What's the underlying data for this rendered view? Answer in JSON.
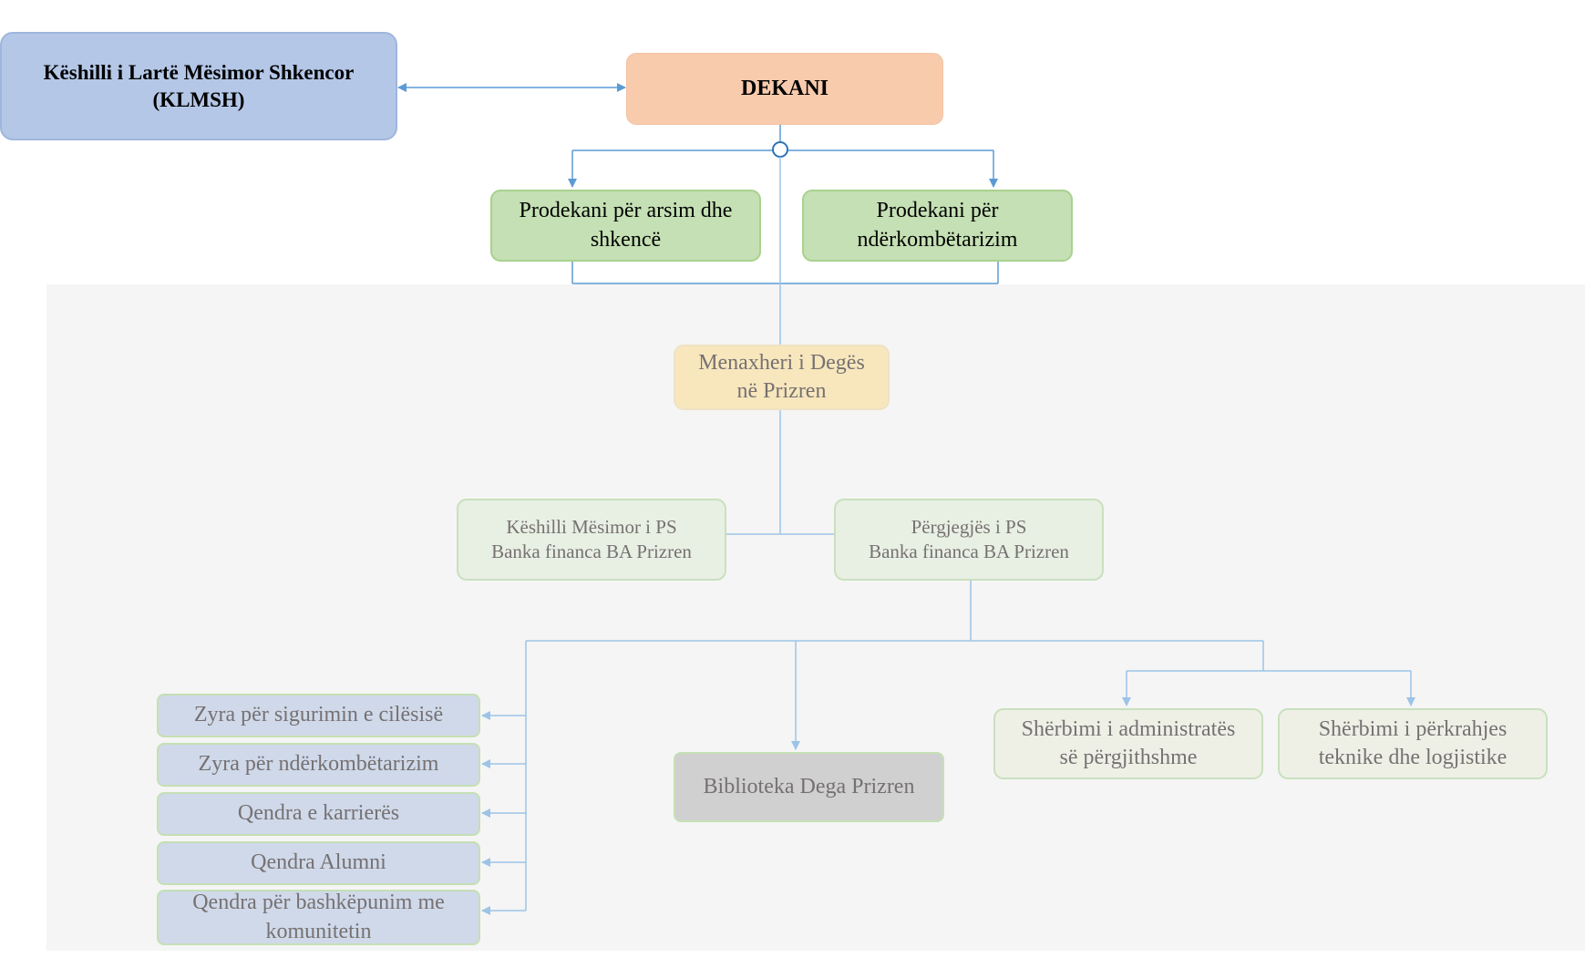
{
  "diagram": {
    "klmsh": "Këshilli i Lartë Mësimor Shkencor\n(KLMSH)",
    "dekani": "DEKANI",
    "prodekan_arsim": "Prodekani për arsim dhe\nshkencë",
    "prodekan_nderkomb": "Prodekani për\nndërkombëtarizim",
    "menaxher": "Menaxheri i Degës\nnë Prizren",
    "keshilli_ps": "Këshilli Mësimor i PS\nBanka financa BA  Prizren",
    "pergjegjes_ps": "Përgjegjës i PS\nBanka financa BA  Prizren",
    "units": [
      "Zyra për sigurimin e cilësisë",
      "Zyra për ndërkombëtarizim",
      "Qendra e karrierës",
      "Qendra Alumni",
      "Qendra për bashkëpunim me\nkomunitetin"
    ],
    "biblioteka": "Biblioteka  Dega Prizren",
    "sherbimi_admin": "Shërbimi i administratës\nsë përgjithshme",
    "sherbimi_teknik": "Shërbimi i përkrahjes\nteknike dhe logjistike"
  },
  "colors": {
    "connector_dark": "#5b9bd5",
    "connector_light": "#9dc3e6"
  }
}
